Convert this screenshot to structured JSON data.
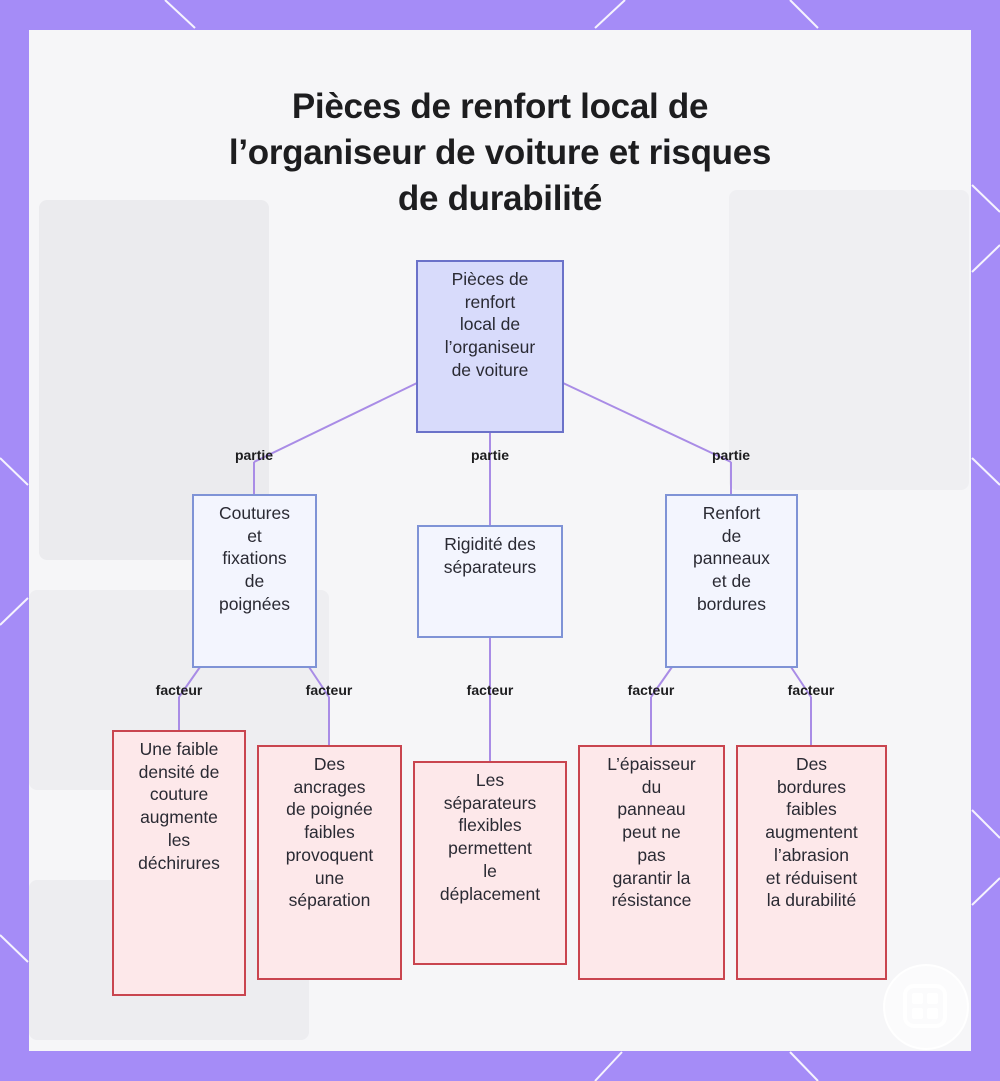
{
  "title": {
    "line1": "Pièces de renfort local de",
    "line2": "l’organiseur de voiture et risques",
    "line3": "de durabilité"
  },
  "nodes": {
    "root": [
      "Pièces de",
      "renfort",
      "local de",
      "l’organiseur",
      "de voiture"
    ],
    "coutures": [
      "Coutures",
      "et",
      "fixations",
      "de",
      "poignées"
    ],
    "rigidite": [
      "Rigidité des",
      "séparateurs"
    ],
    "renfort": [
      "Renfort",
      "de",
      "panneaux",
      "et de",
      "bordures"
    ],
    "leaf1": [
      "Une faible",
      "densité de",
      "couture",
      "augmente",
      "les",
      "déchirures"
    ],
    "leaf2": [
      "Des",
      "ancrages",
      "de poignée",
      "faibles",
      "provoquent",
      "une",
      "séparation"
    ],
    "leaf3": [
      "Les",
      "séparateurs",
      "flexibles",
      "permettent",
      "le",
      "déplacement"
    ],
    "leaf4": [
      "L’épaisseur",
      "du",
      "panneau",
      "peut ne",
      "pas",
      "garantir la",
      "résistance"
    ],
    "leaf5": [
      "Des",
      "bordures",
      "faibles",
      "augmentent",
      "l’abrasion",
      "et réduisent",
      "la durabilité"
    ]
  },
  "edge_labels": {
    "partie_left": "partie",
    "partie_center": "partie",
    "partie_right": "partie",
    "facteur_1": "facteur",
    "facteur_2": "facteur",
    "facteur_3": "facteur",
    "facteur_4": "facteur",
    "facteur_5": "facteur"
  },
  "colors": {
    "frame": "#a58cf7",
    "edge": "#a98ce6",
    "root_fill": "#d8dbfb",
    "mid_fill": "#f3f5fe",
    "leaf_fill": "#fde8ea",
    "leaf_border": "#c9454f"
  },
  "badge_icon": "app-logo-icon"
}
